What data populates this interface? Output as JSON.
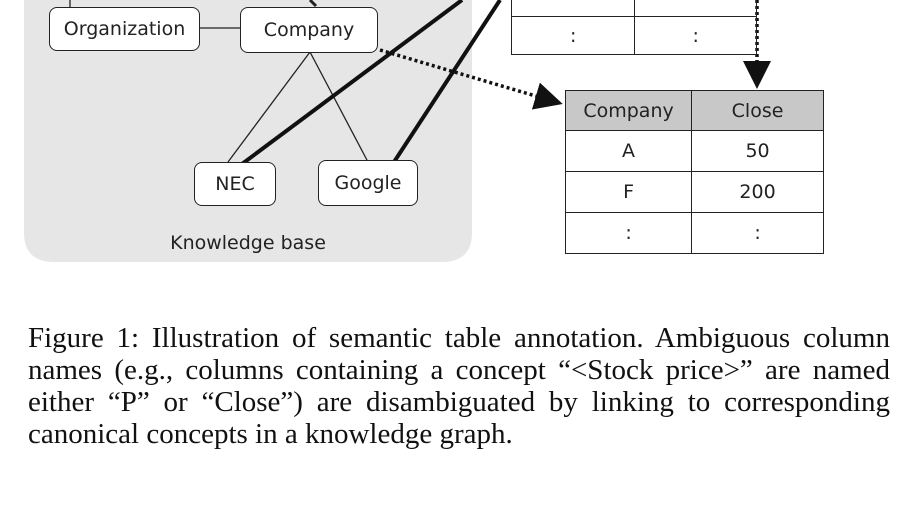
{
  "diagram": {
    "knowledge_base": {
      "label": "Knowledge base",
      "nodes": {
        "organization": "Organization",
        "company": "Company",
        "nec": "NEC",
        "google": "Google"
      }
    },
    "table_top": {
      "rows": [
        [
          "",
          ""
        ],
        [
          ":",
          ":"
        ]
      ]
    },
    "table_bottom": {
      "headers": [
        "Company",
        "Close"
      ],
      "rows": [
        [
          "A",
          "50"
        ],
        [
          "F",
          "200"
        ],
        [
          ":",
          ":"
        ]
      ]
    }
  },
  "caption": "Figure 1: Illustration of semantic table annotation. Ambiguous column names (e.g., columns containing a concept “<Stock price>” are named either “P” or “Close”) are disambiguated by linking to corresponding canonical concepts in a knowledge graph.",
  "colors": {
    "kb_background": "#e6e6e6",
    "table_header": "#c8c8c8",
    "stroke": "#222222"
  }
}
